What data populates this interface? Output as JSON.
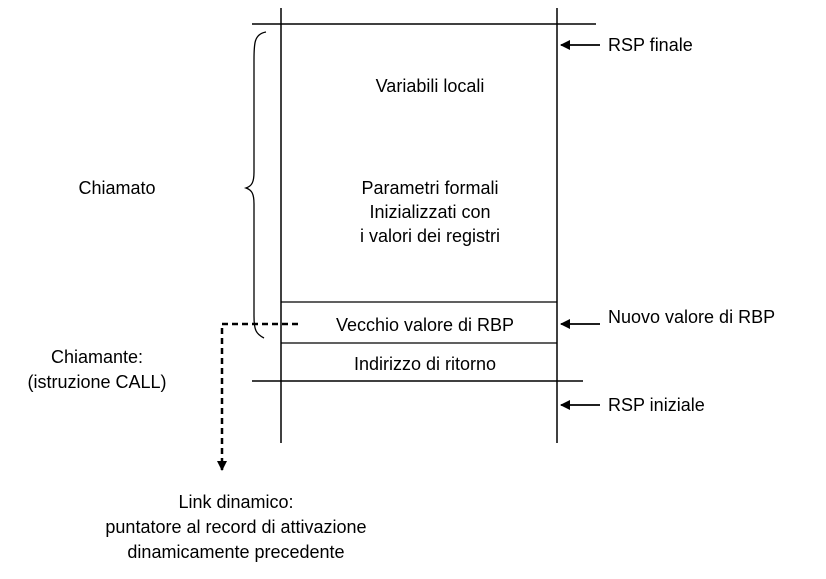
{
  "stack": {
    "region_local_vars": "Variabili locali",
    "region_params": [
      "Parametri formali",
      "Inizializzati con",
      "i valori dei registri"
    ],
    "old_rbp": "Vecchio valore di RBP",
    "return_address": "Indirizzo di ritorno"
  },
  "labels": {
    "callee": "Chiamato",
    "caller": [
      "Chiamante:",
      "(istruzione CALL)"
    ],
    "rsp_final": "RSP finale",
    "new_rbp": "Nuovo valore di RBP",
    "rsp_initial": "RSP iniziale",
    "dynamic_link": [
      "Link dinamico:",
      "puntatore al record di attivazione",
      "dinamicamente precedente"
    ]
  }
}
